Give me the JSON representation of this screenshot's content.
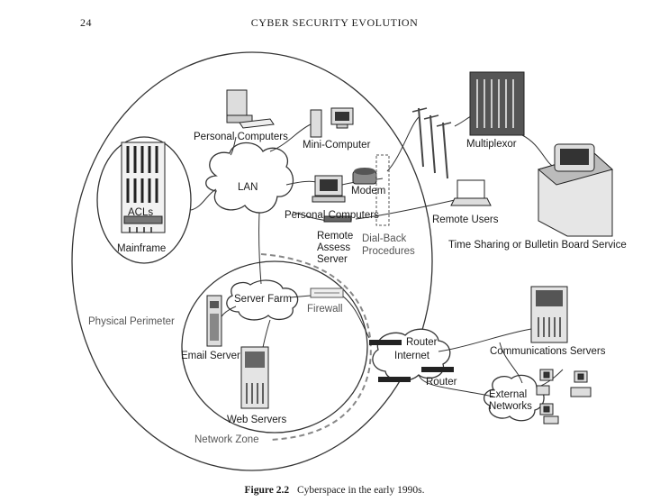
{
  "header": {
    "page_number": "24",
    "running_head": "CYBER SECURITY EVOLUTION"
  },
  "labels": {
    "personal_computers_top": "Personal Computers",
    "mini_computer": "Mini-Computer",
    "lan": "LAN",
    "acls": "ACLs",
    "mainframe": "Mainframe",
    "modem": "Modem",
    "personal_computers_mid": "Personal Computers",
    "remote_assess_server_1": "Remote",
    "remote_assess_server_2": "Assess",
    "remote_assess_server_3": "Server",
    "dial_back_1": "Dial-Back",
    "dial_back_2": "Procedures",
    "multiplexor": "Multiplexor",
    "remote_users": "Remote Users",
    "time_sharing": "Time Sharing or Bulletin Board Service",
    "server_farm": "Server Farm",
    "firewall": "Firewall",
    "physical_perimeter": "Physical Perimeter",
    "email_server": "Email Server",
    "web_servers": "Web Servers",
    "network_zone": "Network Zone",
    "router_1": "Router",
    "internet": "Internet",
    "router_2": "Router",
    "communications_servers": "Communications Servers",
    "external_1": "External",
    "external_2": "Networks"
  },
  "caption": {
    "label": "Figure 2.2",
    "text": "Cyberspace in the early 1990s."
  },
  "colors": {
    "line": "#333333",
    "dashed_zone": "#888888",
    "fill_device": "#dddddd",
    "fill_dark": "#444444"
  }
}
